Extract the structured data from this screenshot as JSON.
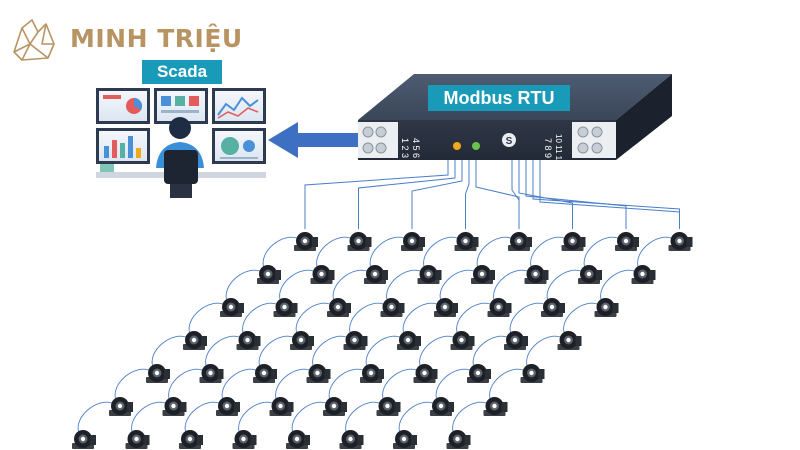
{
  "brand": {
    "name": "MINH TRIỆU",
    "color": "#b89463"
  },
  "scada": {
    "label": "Scada",
    "label_color": "#1a9ab9"
  },
  "gateway": {
    "label": "Modbus RTU",
    "label_color": "#1a9ab9",
    "left_ports_line1": "1 2 3",
    "left_ports_line2": "4 5 6",
    "right_ports_line1": "7 8 9",
    "right_ports_line2": "10 11 12",
    "led_colors": [
      "#f0a81d",
      "#6cc24a"
    ]
  },
  "flow_arrow": {
    "direction": "gateway-to-scada",
    "color": "#3d6fc2"
  },
  "sensor_grid": {
    "rows": [
      8,
      8,
      8,
      8,
      8,
      8,
      8
    ]
  }
}
